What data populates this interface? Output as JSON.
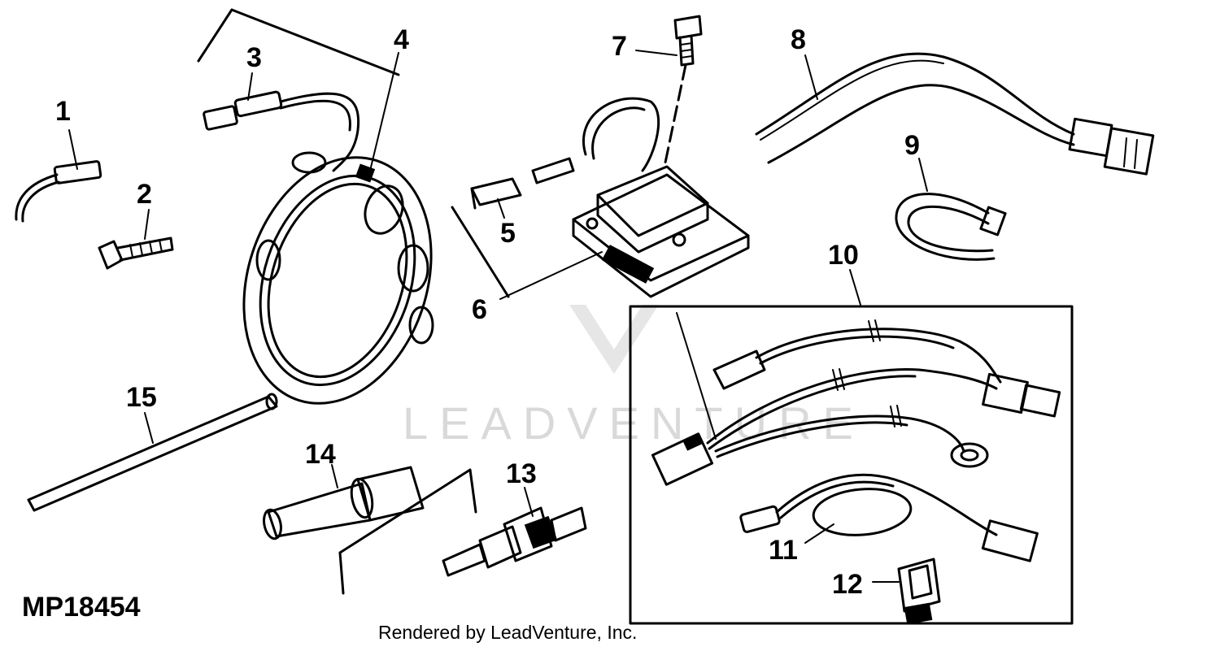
{
  "figure_id": "MP18454",
  "credit": "Rendered by LeadVenture, Inc.",
  "watermark": "LEADVENTURE",
  "parts": {
    "p1": "1",
    "p2": "2",
    "p3": "3",
    "p4": "4",
    "p5": "5",
    "p6": "6",
    "p7": "7",
    "p8": "8",
    "p9": "9",
    "p10": "10",
    "p11": "11",
    "p12": "12",
    "p13": "13",
    "p14": "14",
    "p15": "15"
  },
  "colors": {
    "ink": "#000000",
    "watermark": "#d9d9d9",
    "background": "#ffffff"
  }
}
